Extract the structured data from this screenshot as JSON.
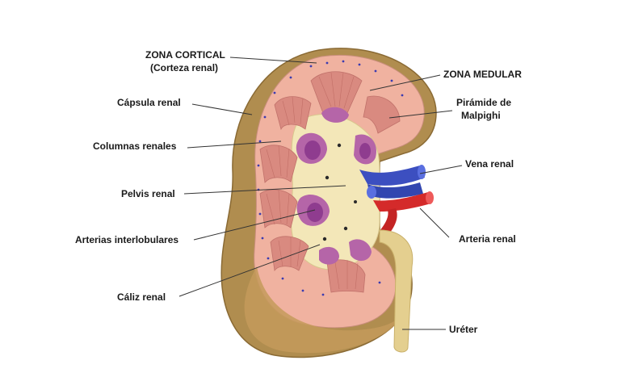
{
  "labels": {
    "zona_cortical": "ZONA CORTICAL",
    "corteza_renal": "(Corteza renal)",
    "zona_medular": "ZONA MEDULAR",
    "capsula_renal": "Cápsula renal",
    "piramide_1": "Pirámide de",
    "piramide_2": "Malpighi",
    "columnas_renales": "Columnas renales",
    "vena_renal": "Vena renal",
    "pelvis_renal": "Pelvis renal",
    "arterias_interlobulares": "Arterias interlobulares",
    "arteria_renal": "Arteria renal",
    "caliz_renal": "Cáliz renal",
    "ureter": "Uréter"
  },
  "colors": {
    "capsule": "#b08d4f",
    "capsule_dark": "#8a6a34",
    "cortex": "#f0b2a0",
    "medulla_pyramid": "#d98a80",
    "calyx": "#b565a8",
    "calyx_inner": "#8f3c8f",
    "pelvis": "#f3e7b8",
    "vein": "#3c4fc0",
    "artery": "#d42a2a",
    "ureter": "#e4cf8f"
  }
}
